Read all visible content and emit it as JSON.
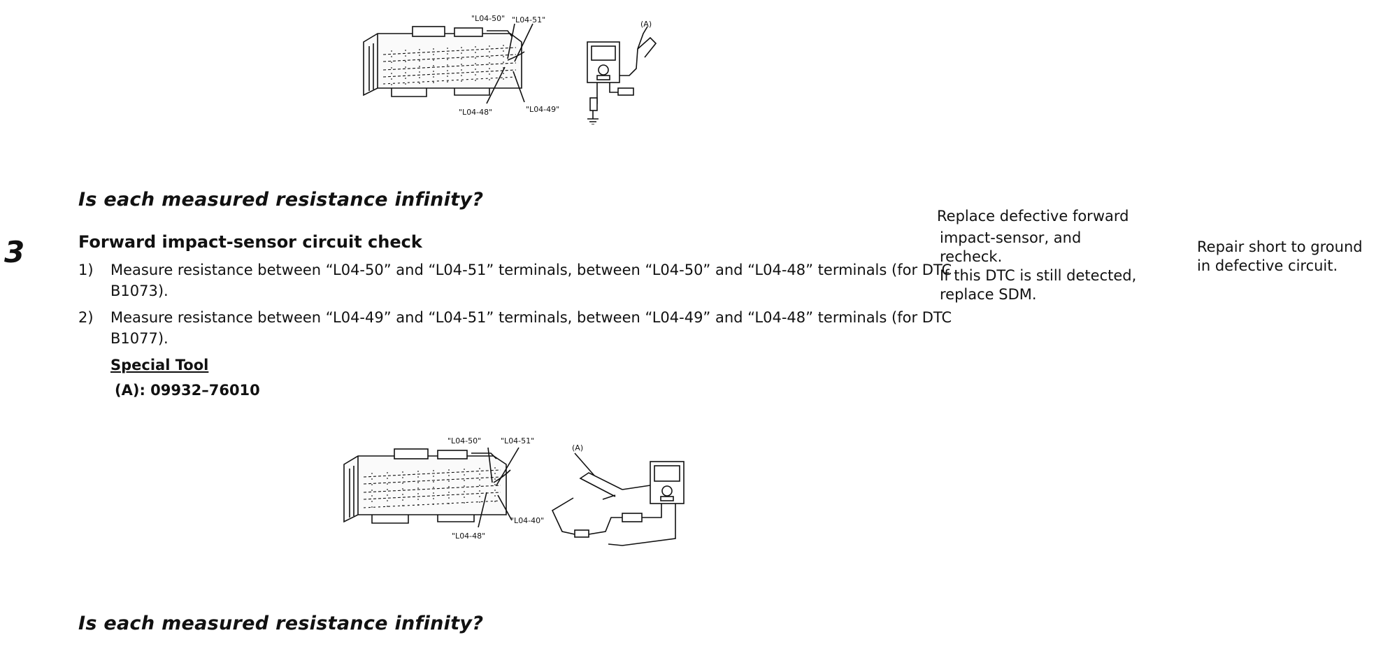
{
  "figure1": {
    "labels": [
      "\"L04-50\"",
      "\"L04-51\"",
      "(A)",
      "\"L04-48\"",
      "\"L04-49\""
    ]
  },
  "question1": "Is each measured resistance infinity?",
  "step": {
    "number": "3",
    "title": "Forward impact-sensor circuit check",
    "items": [
      {
        "num": "1)",
        "text": "Measure resistance between “L04-50” and “L04-51” terminals, between “L04-50” and “L04-48” terminals (for DTC B1073)."
      },
      {
        "num": "2)",
        "text": "Measure resistance between “L04-49” and “L04-51” terminals, between “L04-49” and “L04-48” terminals (for DTC B1077)."
      }
    ],
    "special_tool_label": "Special Tool",
    "special_tool_value": "(A): 09932–76010"
  },
  "yes_action": {
    "line1": "Replace defective forward",
    "line2": "impact-sensor, and",
    "line3": "recheck.",
    "line4": "If this DTC is still detected,",
    "line5": "replace SDM."
  },
  "no_action": {
    "line1": "Repair short to ground",
    "line2": "in defective circuit."
  },
  "figure2": {
    "labels": [
      "\"L04-50\"",
      "\"L04-51\"",
      "(A)",
      "\"L04-48\"",
      "\"L04-40\""
    ]
  },
  "question2": "Is each measured resistance infinity?"
}
